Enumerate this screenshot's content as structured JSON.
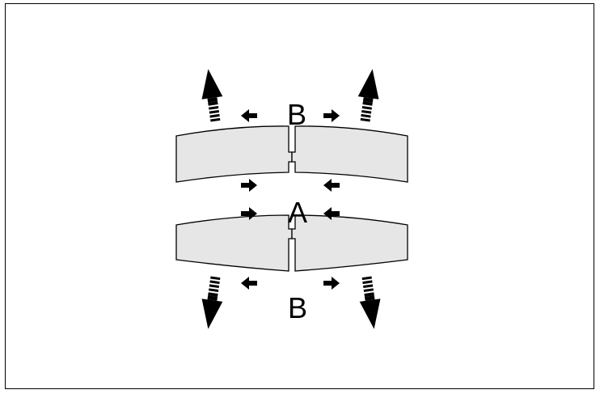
{
  "diagram": {
    "labels": {
      "top": "B",
      "middle": "A",
      "bottom": "B"
    },
    "colors": {
      "segment_fill": "#e6e6e6",
      "stroke": "#000000",
      "arrow": "#000000",
      "background": "#ffffff"
    },
    "top_segment": {
      "description_icon": "curved-segment-with-notch"
    },
    "bottom_segment": {
      "description_icon": "curved-segment-with-notch"
    }
  }
}
